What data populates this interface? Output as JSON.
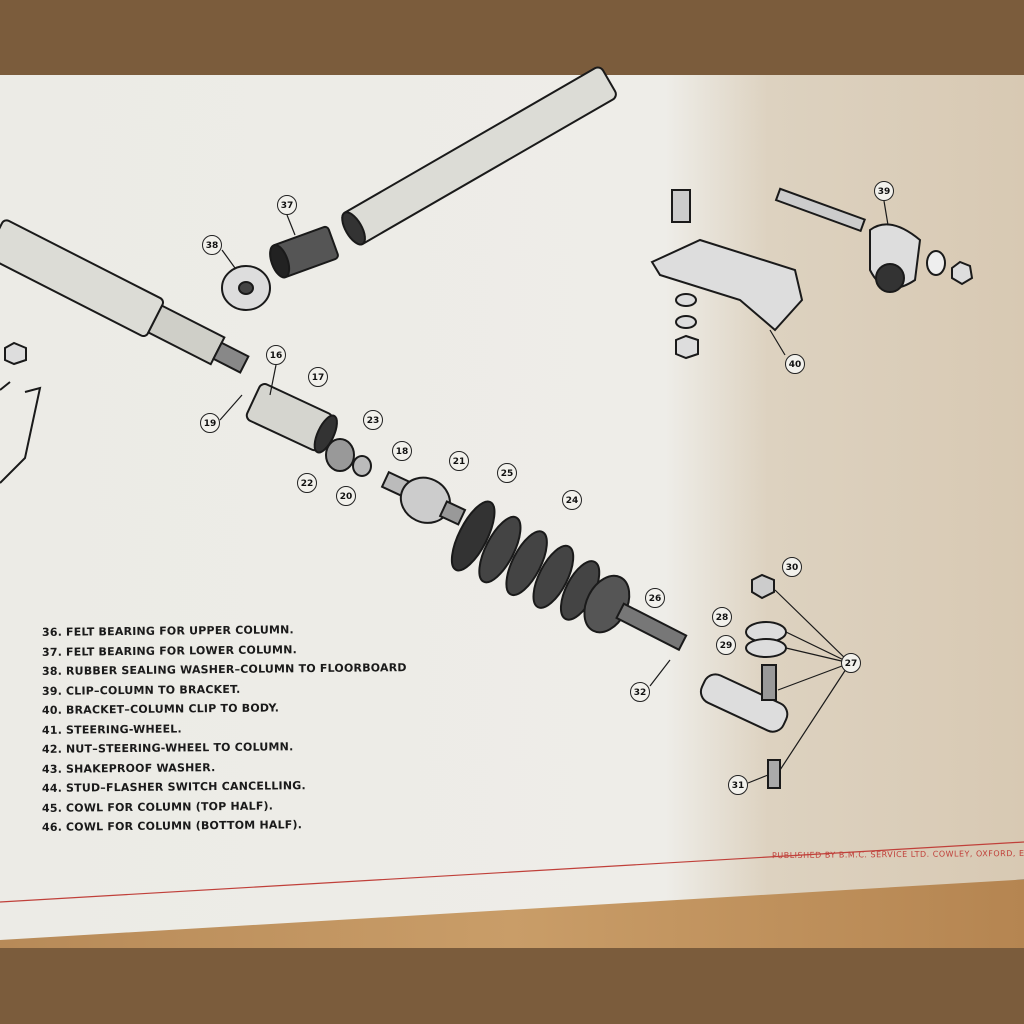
{
  "legend": [
    {
      "num": "36.",
      "text": "FELT BEARING FOR UPPER COLUMN."
    },
    {
      "num": "37.",
      "text": "FELT BEARING FOR LOWER COLUMN."
    },
    {
      "num": "38.",
      "text": "RUBBER SEALING WASHER–COLUMN TO FLOORBOARD"
    },
    {
      "num": "39.",
      "text": "CLIP–COLUMN TO BRACKET."
    },
    {
      "num": "40.",
      "text": "BRACKET–COLUMN CLIP TO BODY."
    },
    {
      "num": "41.",
      "text": "STEERING-WHEEL."
    },
    {
      "num": "42.",
      "text": "NUT–STEERING-WHEEL TO COLUMN."
    },
    {
      "num": "43.",
      "text": "SHAKEPROOF WASHER."
    },
    {
      "num": "44.",
      "text": "STUD–FLASHER SWITCH CANCELLING."
    },
    {
      "num": "45.",
      "text": "COWL FOR COLUMN (TOP HALF)."
    },
    {
      "num": "46.",
      "text": "COWL FOR COLUMN (BOTTOM HALF)."
    }
  ],
  "callouts": [
    "37",
    "38",
    "39",
    "40",
    "16",
    "17",
    "19",
    "23",
    "18",
    "21",
    "25",
    "24",
    "22",
    "20",
    "26",
    "30",
    "28",
    "29",
    "27",
    "32",
    "31"
  ],
  "publisher": "PUBLISHED BY B.M.C. SERVICE LTD. COWLEY, OXFORD, EN",
  "colors": {
    "frame": "#7b5c3c",
    "paper": "#eeede8",
    "ink": "#1a1a1a",
    "rule": "#c0403a"
  }
}
